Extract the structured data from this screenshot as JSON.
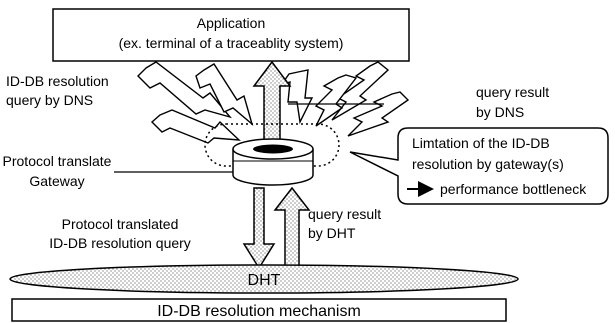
{
  "application": {
    "line1": "Application",
    "line2": "(ex. terminal of a traceablity system)"
  },
  "labels": {
    "query_by_dns_line1": "ID-DB resolution",
    "query_by_dns_line2": "query by DNS",
    "result_by_dns_line1": "query result",
    "result_by_dns_line2": "by DNS",
    "gateway_line1": "Protocol translate",
    "gateway_line2": "Gateway",
    "translated_query_line1": "Protocol translated",
    "translated_query_line2": "ID-DB resolution query",
    "result_by_dht_line1": "query result",
    "result_by_dht_line2": "by DHT"
  },
  "callout": {
    "line1": "Limtation of the ID-DB",
    "line2": "resolution by gateway(s)",
    "line3": "performance bottleneck"
  },
  "dht_label": "DHT",
  "mechanism_label": "ID-DB resolution mechanism"
}
